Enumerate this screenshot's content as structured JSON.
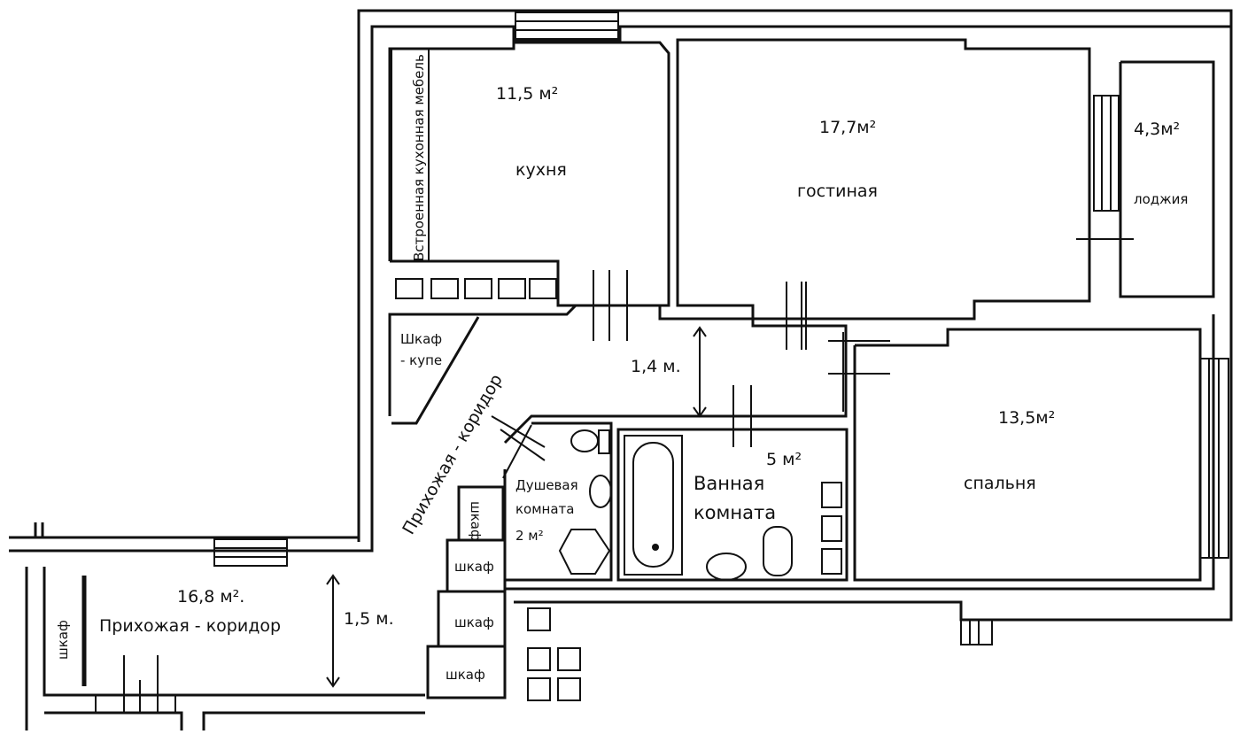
{
  "rooms": {
    "kitchen": {
      "area": "11,5 м²",
      "name": "кухня",
      "furniture": "Встроенная кухонная мебель"
    },
    "living": {
      "area": "17,7м²",
      "name": "гостиная"
    },
    "loggia": {
      "area": "4,3м²",
      "name": "лоджия"
    },
    "bedroom": {
      "area": "13,5м²",
      "name": "спальня"
    },
    "wardrobe": {
      "line1": "Шкаф",
      "line2": "- купе"
    },
    "hall_upper": {
      "name": "Прихожая - коридор",
      "width": "1,4 м."
    },
    "shower": {
      "line1": "Душевая",
      "line2": "комната",
      "area": "2 м²"
    },
    "bathroom": {
      "area": "5 м²",
      "line1": "Ванная",
      "line2": "комната"
    },
    "hall_lower": {
      "area": "16,8 м².",
      "name": "Прихожая - коридор",
      "width": "1,5 м."
    },
    "closets": [
      "шкаф",
      "шкаф",
      "шкаф",
      "шкаф",
      "шкаф"
    ]
  }
}
